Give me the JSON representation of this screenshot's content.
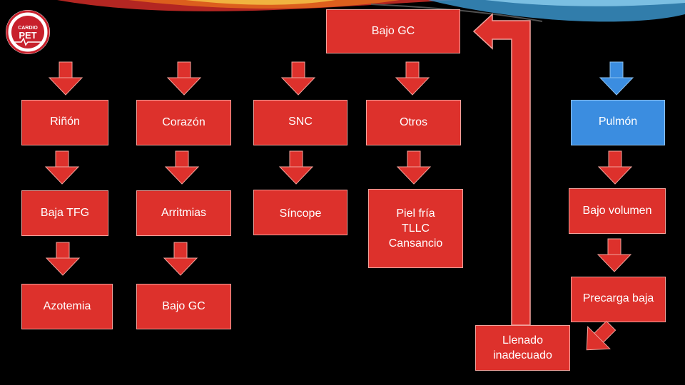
{
  "colors": {
    "box_red": "#dd312c",
    "box_blue": "#3b8de0",
    "background": "#000000"
  },
  "logo": {
    "line1": "CARDIO",
    "line2": "PET"
  },
  "top": {
    "label": "Bajo GC"
  },
  "row1": {
    "rinon": "Riñón",
    "corazon": "Corazón",
    "snc": "SNC",
    "otros": "Otros",
    "pulmon": "Pulmón"
  },
  "row2": {
    "baja_tfg": "Baja TFG",
    "arritmias": "Arritmias",
    "sincope": "Síncope",
    "piel": "Piel fría\nTLLC\nCansancio",
    "bajo_volumen": "Bajo volumen"
  },
  "row3": {
    "azotemia": "Azotemia",
    "bajo_gc": "Bajo GC",
    "precarga": "Precarga baja"
  },
  "row4": {
    "llenado": "Llenado\ninadecuado"
  }
}
